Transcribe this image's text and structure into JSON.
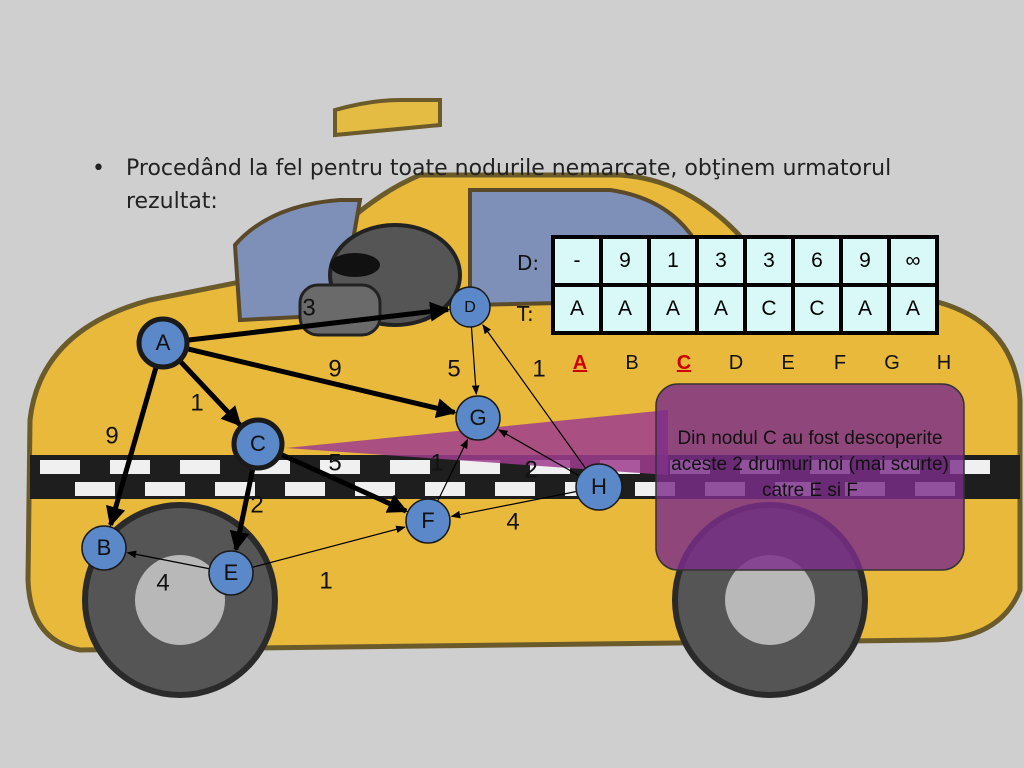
{
  "bullet": {
    "marker": "•",
    "text": "Procedând la fel pentru toate nodurile nemarcate, obţinem urmatorul rezultat:"
  },
  "table": {
    "row_labels": {
      "d": "D:",
      "t": "T:"
    },
    "columns": [
      "A",
      "B",
      "C",
      "D",
      "E",
      "F",
      "G",
      "H"
    ],
    "highlighted_columns": [
      "A",
      "C"
    ],
    "d_values": [
      "-",
      "9",
      "1",
      "3",
      "3",
      "6",
      "9",
      "∞"
    ],
    "t_values": [
      "A",
      "A",
      "A",
      "A",
      "C",
      "C",
      "A",
      "A"
    ]
  },
  "callout": {
    "text": "Din nodul C au fost descoperite aceste 2 drumuri noi (mai scurte) catre E si F",
    "fill": "#7b2d8a",
    "stroke": "#333333"
  },
  "graph": {
    "nodes": [
      {
        "id": "A",
        "label": "A"
      },
      {
        "id": "B",
        "label": "B"
      },
      {
        "id": "C",
        "label": "C"
      },
      {
        "id": "D",
        "label": "D"
      },
      {
        "id": "E",
        "label": "E"
      },
      {
        "id": "F",
        "label": "F"
      },
      {
        "id": "G",
        "label": "G"
      },
      {
        "id": "H",
        "label": "H"
      }
    ],
    "edges": [
      {
        "from": "A",
        "to": "D",
        "weight": "3",
        "bold": true
      },
      {
        "from": "A",
        "to": "G",
        "weight": "9",
        "bold": true
      },
      {
        "from": "A",
        "to": "C",
        "weight": "1",
        "bold": true
      },
      {
        "from": "A",
        "to": "B",
        "weight": "9",
        "bold": true
      },
      {
        "from": "C",
        "to": "F",
        "weight": "5",
        "bold": true
      },
      {
        "from": "C",
        "to": "E",
        "weight": "2",
        "bold": true
      },
      {
        "from": "D",
        "to": "G",
        "weight": "5",
        "bold": false
      },
      {
        "from": "H",
        "to": "D",
        "weight": "1",
        "bold": false
      },
      {
        "from": "H",
        "to": "G",
        "weight": "2",
        "bold": false
      },
      {
        "from": "H",
        "to": "F",
        "weight": "4",
        "bold": false
      },
      {
        "from": "F",
        "to": "G",
        "weight": "1",
        "bold": false
      },
      {
        "from": "E",
        "to": "B",
        "weight": "4",
        "bold": false
      },
      {
        "from": "E",
        "to": "F",
        "weight": "1",
        "bold": false
      }
    ],
    "colors": {
      "node_fill": "#5a88c8",
      "node_stroke": "#1a1a1a",
      "edge": "#000000"
    }
  }
}
